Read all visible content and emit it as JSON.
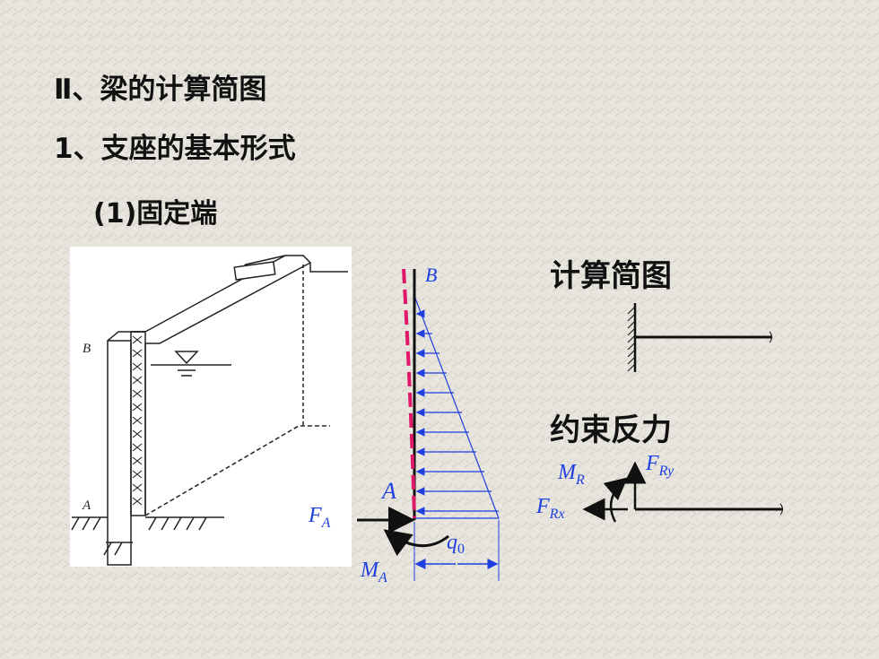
{
  "headings": {
    "section": "Ⅱ、梁的计算简图",
    "subsection": "1、支座的基本形式",
    "item": "(1)固定端"
  },
  "labels": {
    "calc_diagram": "计算简图",
    "constraint_reaction": "约束反力"
  },
  "drawing": {
    "point_b": "B",
    "point_a": "A"
  },
  "load_diagram": {
    "top": "B",
    "bottom": "A",
    "force": "F",
    "force_sub": "A",
    "moment": "M",
    "moment_sub": "A",
    "load": "q",
    "load_sub": "0"
  },
  "reaction_diagram": {
    "moment": "M",
    "moment_sub": "R",
    "fy": "F",
    "fy_sub": "Ry",
    "fx": "F",
    "fx_sub": "Rx"
  },
  "colors": {
    "blue": "#1f3fe0",
    "magenta": "#e0186a",
    "text": "#111111"
  }
}
